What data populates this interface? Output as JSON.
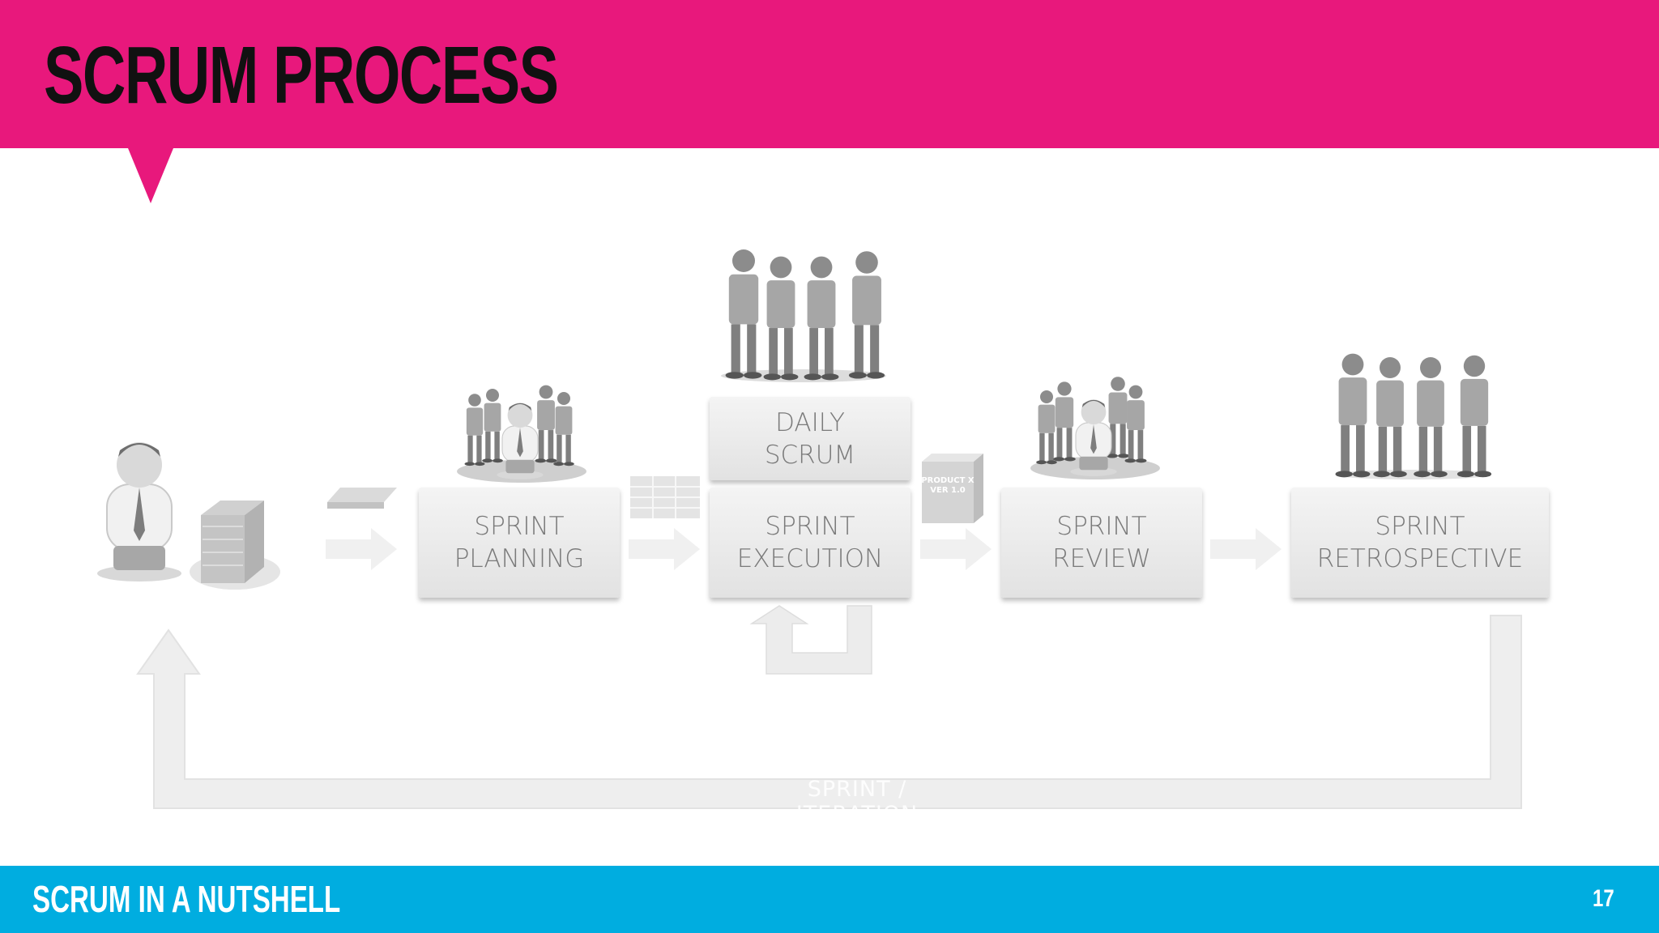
{
  "slide": {
    "title": "SCRUM PROCESS",
    "footer_title": "SCRUM IN A NUTSHELL",
    "page_number": "17"
  },
  "diagram": {
    "stages": {
      "planning": "SPRINT\nPLANNING",
      "daily": "DAILY\nSCRUM",
      "execution": "SPRINT\nEXECUTION",
      "review": "SPRINT\nREVIEW",
      "retrospective": "SPRINT\nRETROSPECTIVE"
    },
    "increment_label": "PRODUCT X\nVER 1.0",
    "cycle_label": "SPRINT / ITERATION"
  },
  "colors": {
    "header": "#e8187c",
    "footer": "#00ade0",
    "box": "#eeeeee",
    "figure": "#9a9a9a"
  }
}
